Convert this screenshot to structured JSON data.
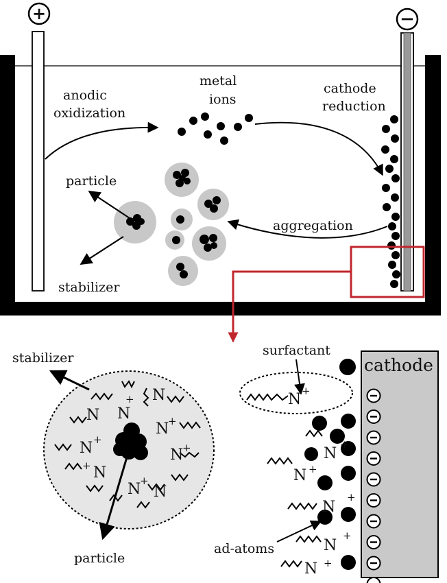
{
  "anode": {
    "sign": "+"
  },
  "cathode_top": {
    "sign": "−"
  },
  "labels": {
    "anodic_line1": "anodic",
    "anodic_line2": "oxidization",
    "metal_line1": "metal",
    "metal_line2": "ions",
    "cathode_line1": "cathode",
    "cathode_line2": "reduction",
    "particle_top": "particle",
    "stabilizer_top": "stabilizer",
    "aggregation": "aggregation",
    "stabilizer_bottom": "stabilizer",
    "particle_bottom": "particle",
    "surfactant": "surfactant",
    "cathode_box": "cathode",
    "ad_atoms": "ad-atoms"
  },
  "symbols": {
    "nitrogen": "N",
    "plus": "+",
    "minus": "−"
  },
  "colors": {
    "tank_wall": "#000000",
    "electrode_fill": "#ffffff",
    "cathode_rod": "#9a9a9a",
    "halo": "#c8c8c8",
    "zoom_box": "#c0272d",
    "cathode_box": "#c9c9c9",
    "cluster_bg": "#e6e6e6"
  },
  "counts": {
    "charge_signs": 10
  }
}
